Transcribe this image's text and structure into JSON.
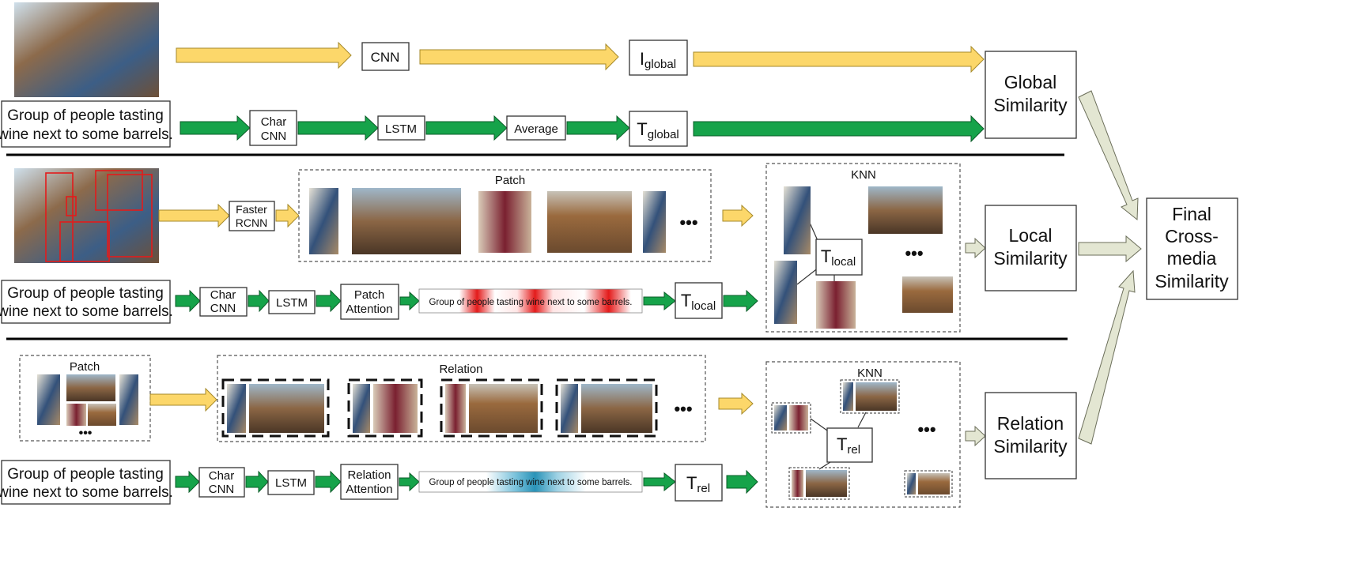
{
  "global": {
    "caption": [
      "Group of people tasting",
      "wine next to some barrels."
    ],
    "cnn": "CNN",
    "i_global_main": "I",
    "i_global_sub": "global",
    "char_cnn": [
      "Char",
      "CNN"
    ],
    "lstm": "LSTM",
    "average": "Average",
    "t_global_main": "T",
    "t_global_sub": "global",
    "similarity": [
      "Global",
      "Similarity"
    ]
  },
  "local": {
    "caption": [
      "Group of people tasting",
      "wine next to some barrels."
    ],
    "faster_rcnn": [
      "Faster",
      "RCNN"
    ],
    "patch_title": "Patch",
    "ellipsis": "•••",
    "knn_title": "KNN",
    "t_local_main": "T",
    "t_local_sub": "local",
    "char_cnn": [
      "Char",
      "CNN"
    ],
    "lstm": "LSTM",
    "attention": [
      "Patch",
      "Attention"
    ],
    "attended_sentence": "Group of people tasting wine next to some barrels.",
    "similarity": [
      "Local",
      "Similarity"
    ]
  },
  "relation": {
    "patch_title": "Patch",
    "relation_title": "Relation",
    "ellipsis": "•••",
    "knn_title": "KNN",
    "t_rel_main": "T",
    "t_rel_sub": "rel",
    "caption": [
      "Group of people tasting",
      "wine next to some barrels."
    ],
    "char_cnn": [
      "Char",
      "CNN"
    ],
    "lstm": "LSTM",
    "attention": [
      "Relation",
      "Attention"
    ],
    "attended_sentence": "Group of people tasting wine next to some barrels.",
    "similarity": [
      "Relation",
      "Similarity"
    ]
  },
  "final": [
    "Final",
    "Cross-",
    "media",
    "Similarity"
  ],
  "colors": {
    "image_arrow": "#fcd76a",
    "text_arrow": "#16a34a",
    "fusion_arrow": "#e3e6d2",
    "patch_attention": "#e31b1b",
    "relation_attention": "#2a93b8"
  }
}
